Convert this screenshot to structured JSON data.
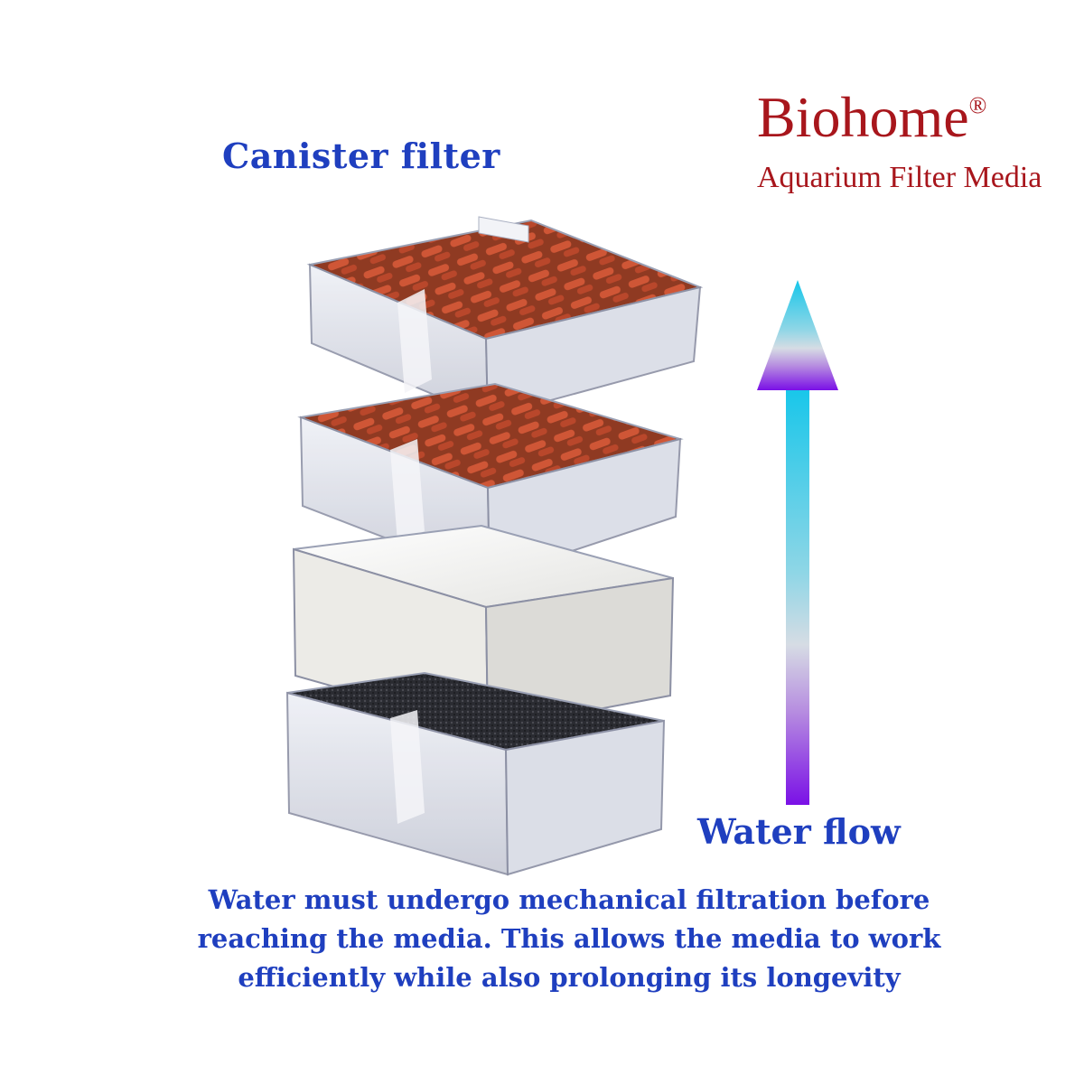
{
  "diagram": {
    "canister_label": "Canister filter",
    "brand": {
      "name": "Biohome",
      "mark": "®",
      "tagline": "Aquarium Filter Media",
      "color": "#a8161c"
    },
    "flow_label": "Water flow",
    "caption_lines": [
      "Water must undergo mechanical filtration before",
      "reaching the media. This allows the media to work",
      "efficiently while also prolonging its longevity"
    ],
    "text_color": "#1f3fbf",
    "arrow": {
      "direction": "up",
      "gradient": [
        "#15c6ea",
        "#d6dce4",
        "#7a10e6"
      ]
    },
    "trays": [
      {
        "kind": "media",
        "media_color": "#c4452a"
      },
      {
        "kind": "media",
        "media_color": "#c4452a"
      },
      {
        "kind": "sponge",
        "media_color": "#f1f1ef"
      },
      {
        "kind": "carbon",
        "media_color": "#2c2d33"
      }
    ]
  }
}
